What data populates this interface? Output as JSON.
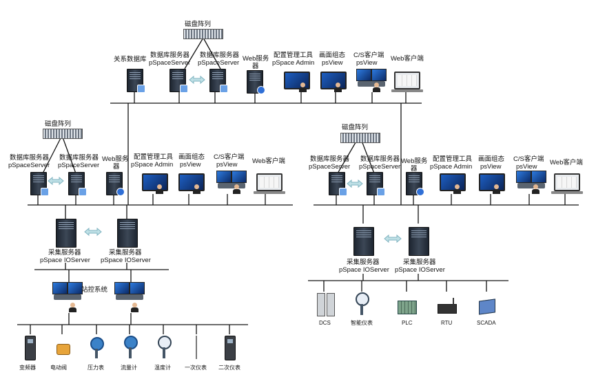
{
  "top_network": {
    "disk_array": "磁盘阵列",
    "relational_db": "关系数据库",
    "db_server_a": [
      "数据库服务器",
      "pSpaceServer"
    ],
    "db_server_b": [
      "数据库服务器",
      "pSpaceServer"
    ],
    "web_server": [
      "Web服务",
      "器"
    ],
    "config_tool": [
      "配置管理工具",
      "pSpace Admin"
    ],
    "screen_config": [
      "画面组态",
      "psView"
    ],
    "cs_client": [
      "C/S客户端",
      "psView"
    ],
    "web_client": "Web客户端"
  },
  "left_network": {
    "disk_array": "磁盘阵列",
    "db_server_a": [
      "数据库服务器",
      "pSpaceServer"
    ],
    "db_server_b": [
      "数据库服务器",
      "pSpaceServer"
    ],
    "web_server": [
      "Web服务",
      "器"
    ],
    "config_tool": [
      "配置管理工具",
      "pSpace Admin"
    ],
    "screen_config": [
      "画面组态",
      "psView"
    ],
    "cs_client": [
      "C/S客户端",
      "psView"
    ],
    "web_client": "Web客户端",
    "io_server_a": [
      "采集服务器",
      "pSpace IOServer"
    ],
    "io_server_b": [
      "采集服务器",
      "pSpace IOServer"
    ],
    "station_system": "站控系统",
    "field_devices": [
      "变频器",
      "电动阀",
      "压力表",
      "流量计",
      "温度计",
      "一次仪表",
      "二次仪表"
    ]
  },
  "right_network": {
    "disk_array": "磁盘阵列",
    "db_server_a": [
      "数据库服务器",
      "pSpaceServer"
    ],
    "db_server_b": [
      "数据库服务器",
      "pSpaceServer"
    ],
    "web_server": [
      "Web服务",
      "器"
    ],
    "config_tool": [
      "配置管理工具",
      "pSpace Admin"
    ],
    "screen_config": [
      "画面组态",
      "psView"
    ],
    "cs_client": [
      "C/S客户端",
      "psView"
    ],
    "web_client": "Web客户端",
    "io_server_a": [
      "采集服务器",
      "pSpace IOServer"
    ],
    "io_server_b": [
      "采集服务器",
      "pSpace IOServer"
    ],
    "field_devices": [
      "DCS",
      "智能仪表",
      "PLC",
      "RTU",
      "SCADA"
    ]
  },
  "colors": {
    "line": "#111111",
    "sync_arrow": "#9ec9d3",
    "screen_blue": "#1e5fc2"
  }
}
